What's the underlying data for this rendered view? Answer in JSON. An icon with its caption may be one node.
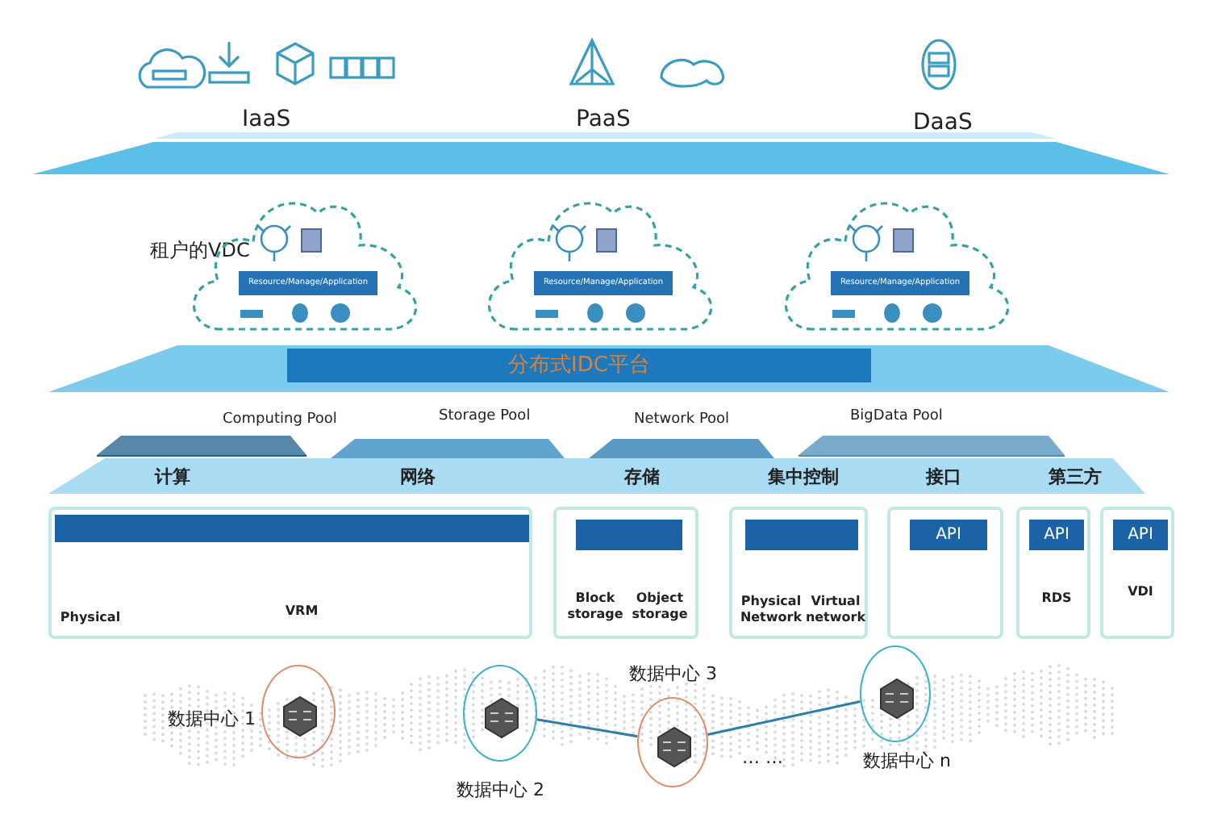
{
  "diagram": {
    "nodes": [
      {
        "text": [],
        "shape": "cloud"
      },
      {
        "text": [
          "Resource/Manage/Application"
        ],
        "in": 0
      },
      {
        "text": [],
        "shape": "cloud"
      },
      {
        "text": [
          "Resource/Manage/Application"
        ],
        "in": 2
      },
      {
        "text": [],
        "shape": "cloud"
      },
      {
        "text": [
          "Resource/Manage/Application"
        ],
        "in": 4
      },
      {
        "text": [
          "分布式IDC平台"
        ]
      },
      {
        "text": [
          "Physical",
          "VRM"
        ]
      },
      {
        "text": [],
        "shape": "bar",
        "in": 7
      },
      {
        "text": [
          "Block storage",
          "Object storage"
        ]
      },
      {
        "text": [],
        "shape": "bar",
        "in": 9
      },
      {
        "text": [
          "Physical Network",
          "Virtual network"
        ]
      },
      {
        "text": [],
        "shape": "bar",
        "in": 11
      },
      {
        "text": [],
        "shape": "box"
      },
      {
        "text": [
          "API"
        ],
        "in": 13
      },
      {
        "text": [
          "RDS"
        ]
      },
      {
        "text": [
          "API"
        ],
        "in": 15
      },
      {
        "text": [
          "VDI"
        ]
      },
      {
        "text": [
          "API"
        ],
        "in": 17
      },
      {
        "text": [],
        "shape": "circle",
        "beside": [
          "数据中心 1"
        ]
      },
      {
        "text": [],
        "shape": "circle",
        "beside": [
          "数据中心 2"
        ]
      },
      {
        "text": [],
        "shape": "circle",
        "beside": [
          "数据中心 3"
        ]
      },
      {
        "text": [],
        "shape": "circle",
        "beside": [
          "数据中心 n"
        ]
      }
    ],
    "edges": [
      {
        "from": 20,
        "to": 21,
        "arrow": "none"
      },
      {
        "from": 21,
        "to": 22,
        "arrow": "none"
      }
    ],
    "labels": [
      "IaaS",
      "PaaS",
      "DaaS",
      "租户的VDC",
      "Computing Pool",
      "Storage Pool",
      "Network Pool",
      "BigData Pool",
      "计算",
      "网络",
      "存储",
      "集中控制",
      "接口",
      "第三方",
      "… …"
    ]
  }
}
